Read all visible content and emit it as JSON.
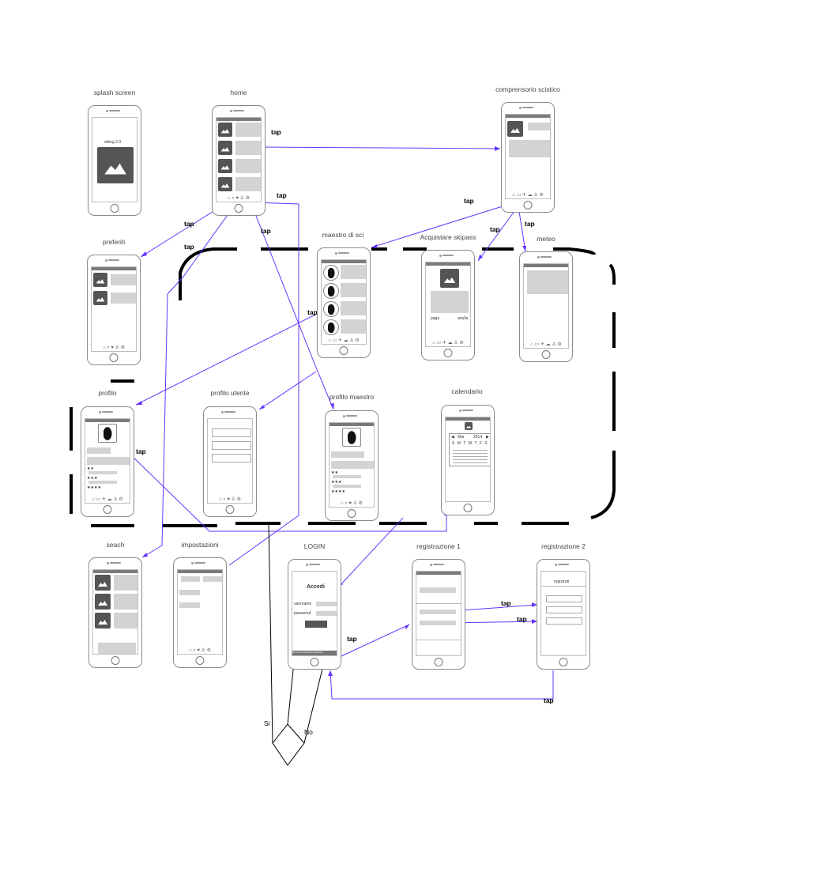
{
  "screens": {
    "splash": {
      "label": "splash screen",
      "title": "skiing 2.0"
    },
    "home": {
      "label": "home"
    },
    "comprensorio": {
      "label": "comprensorio scistico"
    },
    "preferiti": {
      "label": "preferiti"
    },
    "maestro_sci": {
      "label": "maestro di sci"
    },
    "skipass": {
      "label": "Acquistare skipass",
      "left_btn": "pagа",
      "right_btn": "anulla"
    },
    "meteo": {
      "label": "meteo"
    },
    "profilo": {
      "label": "profilo"
    },
    "profilo_utente": {
      "label": "profilo utente"
    },
    "profilo_maestro": {
      "label": "profilo maestro"
    },
    "calendario": {
      "label": "calendario",
      "month": "Mar",
      "year": "2014",
      "weekdays": "S M T W T F S"
    },
    "seach": {
      "label": "seach"
    },
    "impostazioni": {
      "label": "impostazioni"
    },
    "login": {
      "label": "LOGIN",
      "title": "Accedi",
      "username": "username",
      "password": "password",
      "footer": "Non hai un account registrati"
    },
    "registrazione1": {
      "label": "registrazione 1"
    },
    "registrazione2": {
      "label": "registrazione 2",
      "title": "registrati"
    }
  },
  "arrow_labels": {
    "tap": "tap"
  },
  "decision": {
    "yes": "Si",
    "no": "No"
  },
  "colors": {
    "arrow": "#6633ff",
    "frame": "#000000"
  }
}
